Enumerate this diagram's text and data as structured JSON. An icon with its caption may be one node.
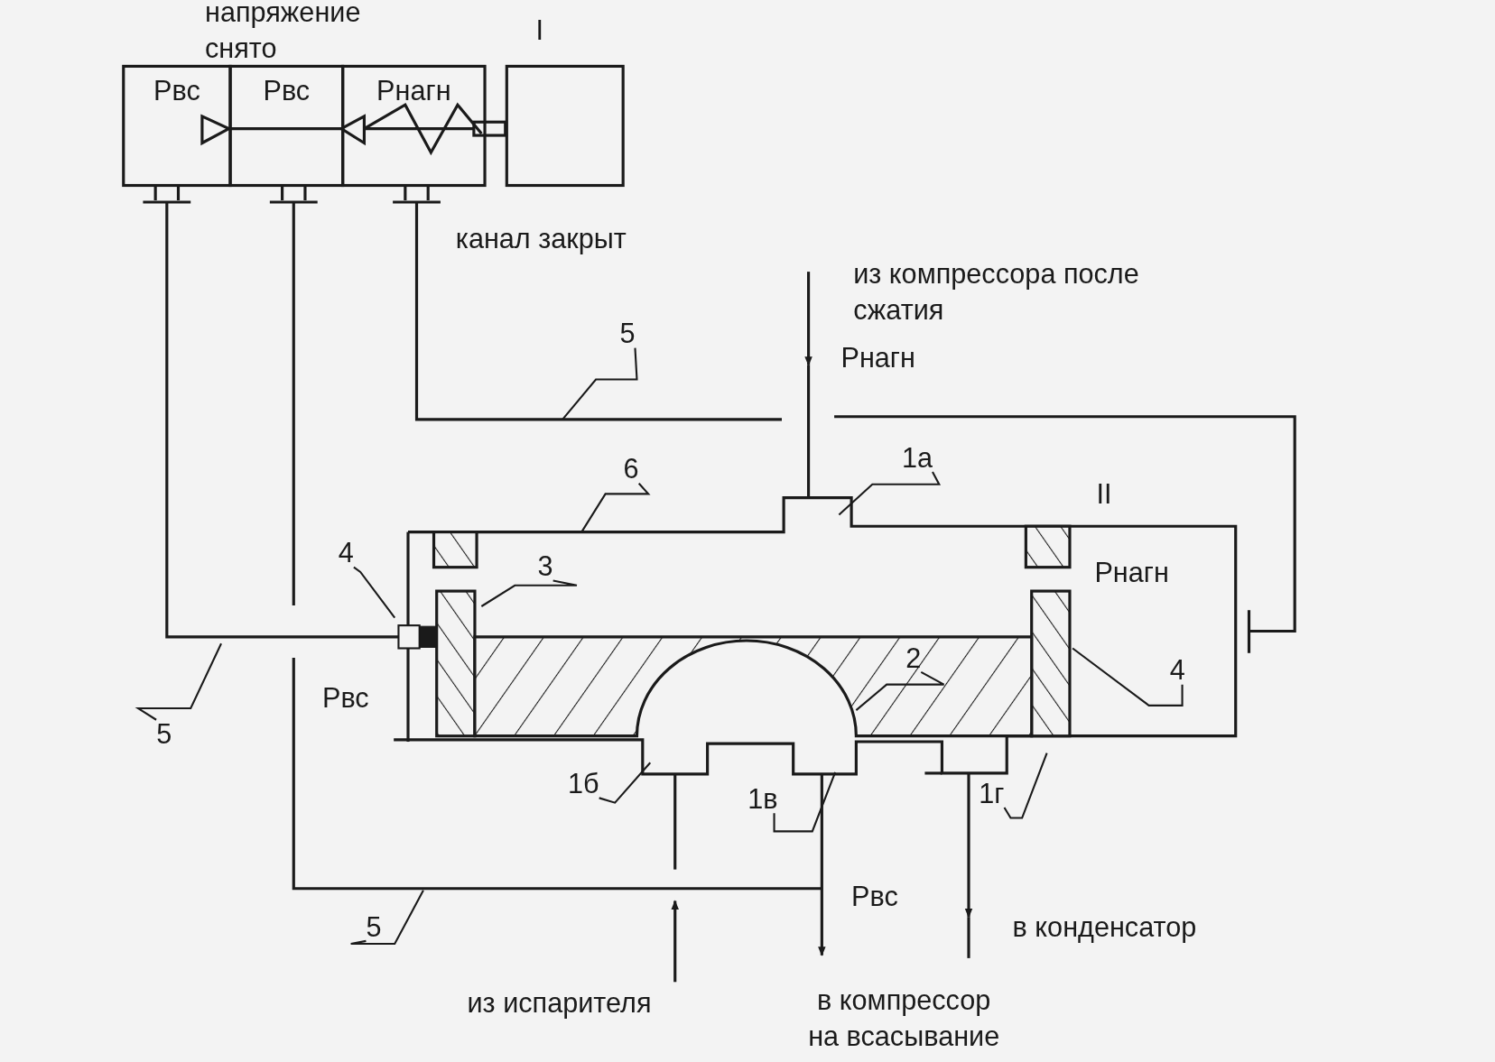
{
  "diagram": {
    "nodes": [
      {
        "text": [
          "Рвс"
        ]
      },
      {
        "text": [
          "Рвс"
        ]
      },
      {
        "text": [
          "Рнагн"
        ]
      },
      {
        "text": [],
        "shape": "box"
      },
      {
        "text": [
          "5"
        ]
      },
      {
        "text": [
          "6"
        ]
      },
      {
        "text": [
          "1а"
        ]
      },
      {
        "text": [
          "4"
        ]
      },
      {
        "text": [
          "3"
        ]
      },
      {
        "text": [
          "2"
        ]
      },
      {
        "text": [
          "4"
        ]
      },
      {
        "text": [
          "5"
        ]
      },
      {
        "text": [
          "1б"
        ]
      },
      {
        "text": [
          "1в"
        ]
      },
      {
        "text": [
          "1г"
        ]
      },
      {
        "text": [
          "5"
        ]
      }
    ],
    "edges": [
      {
        "from": 4,
        "to": null,
        "arrow": "none"
      },
      {
        "from": 5,
        "to": null,
        "arrow": "none"
      },
      {
        "from": 6,
        "to": null,
        "arrow": "none"
      },
      {
        "from": 7,
        "to": null,
        "arrow": "none"
      },
      {
        "from": 8,
        "to": null,
        "arrow": "none"
      },
      {
        "from": 9,
        "to": null,
        "arrow": "none"
      },
      {
        "from": 10,
        "to": null,
        "arrow": "none"
      },
      {
        "from": 11,
        "to": null,
        "arrow": "none"
      },
      {
        "from": 12,
        "to": null,
        "arrow": "none"
      },
      {
        "from": 13,
        "to": null,
        "arrow": "none"
      },
      {
        "from": 14,
        "to": null,
        "arrow": "none"
      },
      {
        "from": 15,
        "to": null,
        "arrow": "none"
      }
    ],
    "labels": [
      "напряжение снято",
      "I",
      "канал закрыт",
      "из компрессора после сжатия",
      "Рнагн",
      "II",
      "Рнагн",
      "Рвс",
      "Рвс",
      "в конденсатор",
      "из испарителя",
      "в компрессор на всасывание"
    ]
  }
}
